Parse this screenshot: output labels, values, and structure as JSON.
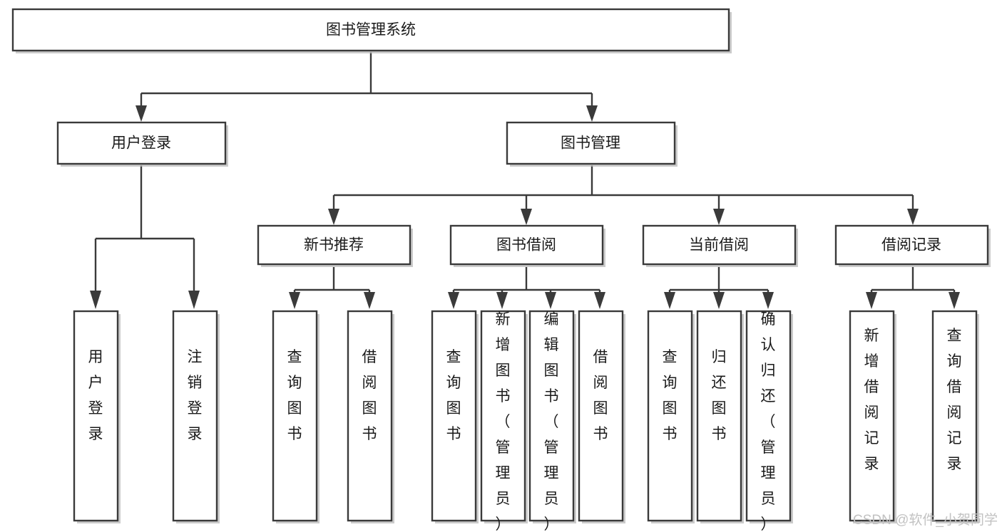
{
  "diagram": {
    "type": "hierarchy-tree",
    "title": "图书管理系统",
    "orientation": "top-down",
    "levels": 4,
    "colors": {
      "box_stroke": "#3a3a3a",
      "box_fill": "#ffffff",
      "connector": "#3a3a3a",
      "text": "#1a1a1a",
      "shadow": "#b9b9b9",
      "watermark": "#c2c2c2",
      "background": "#ffffff"
    }
  },
  "root": {
    "id": "root",
    "label": "图书管理系统"
  },
  "level2": [
    {
      "id": "user-login",
      "label": "用户登录"
    },
    {
      "id": "book-management",
      "label": "图书管理"
    }
  ],
  "level3": [
    {
      "id": "new-book-recommend",
      "label": "新书推荐",
      "parent": "book-management"
    },
    {
      "id": "book-borrow",
      "label": "图书借阅",
      "parent": "book-management"
    },
    {
      "id": "current-borrow",
      "label": "当前借阅",
      "parent": "book-management"
    },
    {
      "id": "borrow-record",
      "label": "借阅记录",
      "parent": "book-management"
    }
  ],
  "leaves": {
    "user-login": [
      {
        "id": "leaf-user-login",
        "label": "用户登录"
      },
      {
        "id": "leaf-user-logout",
        "label": "注销登录"
      }
    ],
    "new-book-recommend": [
      {
        "id": "leaf-query-book-1",
        "label": "查询图书"
      },
      {
        "id": "leaf-borrow-book-1",
        "label": "借阅图书"
      }
    ],
    "book-borrow": [
      {
        "id": "leaf-query-book-2",
        "label": "查询图书"
      },
      {
        "id": "leaf-add-book",
        "label": "新增图书（管理员）"
      },
      {
        "id": "leaf-edit-book",
        "label": "编辑图书（管理员）"
      },
      {
        "id": "leaf-borrow-book-2",
        "label": "借阅图书"
      }
    ],
    "current-borrow": [
      {
        "id": "leaf-query-book-3",
        "label": "查询图书"
      },
      {
        "id": "leaf-return-book",
        "label": "归还图书"
      },
      {
        "id": "leaf-confirm-return",
        "label": "确认归还（管理员）"
      }
    ],
    "borrow-record": [
      {
        "id": "leaf-add-record",
        "label": "新增借阅记录"
      },
      {
        "id": "leaf-query-record",
        "label": "查询借阅记录"
      }
    ]
  },
  "watermark": {
    "label": "CSDN @软件_小贺同学"
  }
}
